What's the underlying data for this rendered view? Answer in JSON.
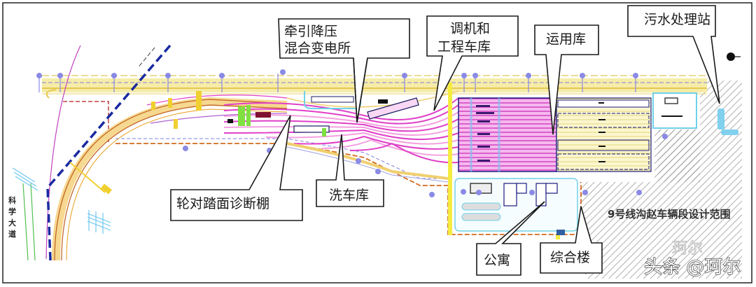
{
  "diagram": {
    "title": "车辆段总平面布置图",
    "callouts": {
      "traction_substation": [
        "牵引降压",
        "混合变电所"
      ],
      "shunting_engineering_depot": [
        "调机和",
        "工程车库"
      ],
      "operation_depot": "运用库",
      "sewage_station": "污水处理站",
      "wheel_diagnosis_shed": "轮对踏面诊断棚",
      "car_wash": "洗车库",
      "apartment": "公寓",
      "complex_building": "综合楼"
    },
    "labels": {
      "road": [
        "科",
        "学",
        "大",
        "道"
      ],
      "design_scope": "9号线沟赵车辆段设计范围"
    },
    "watermark": {
      "main": "头条 @珂尔",
      "ghost": "珂尔"
    },
    "colors": {
      "track_magenta": "#e040c8",
      "track_pink": "#f4a0e0",
      "track_orange": "#e8a020",
      "road_yellow": "#f2e08a",
      "boundary_blue": "#1a2aa0",
      "boundary_orange": "#d2691e",
      "tree_purple": "#8080e0",
      "cyan": "#70d0e8",
      "hatch": "#888888"
    }
  }
}
